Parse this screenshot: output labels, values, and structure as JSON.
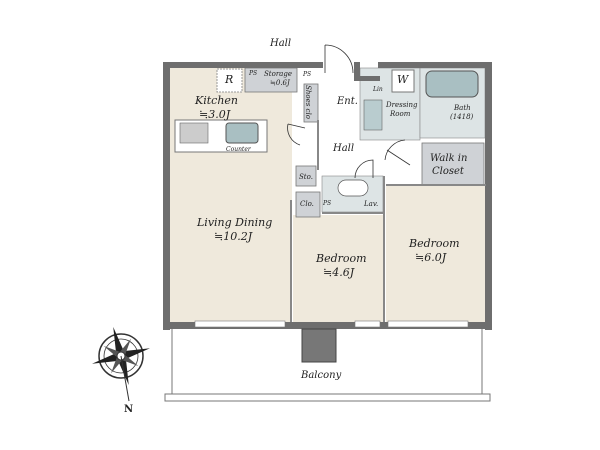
{
  "colors": {
    "floor": "#efe9dc",
    "wet": "#dde4e5",
    "storage": "#cfd2d6",
    "wall": "#6e6e6e",
    "pillar": "#777777"
  },
  "labels": {
    "hall_top": "Hall",
    "fridge": "R",
    "storage": "Storage",
    "storage_area": "≒0.6J",
    "ps1": "PS",
    "ps2": "PS",
    "ps3": "PS",
    "shoes": "Shoes clo",
    "entrance": "Ent.",
    "lin": "Lin",
    "washer": "W",
    "dressing": "Dressing",
    "dressing2": "Room",
    "bath": "Bath",
    "bath_size": "(1418)",
    "kitchen": "Kitchen",
    "kitchen_area": "≒3.0J",
    "counter": "Counter",
    "hall_mid": "Hall",
    "walkin1": "Walk in",
    "walkin2": "Closet",
    "sto": "Sto.",
    "clo": "Clo.",
    "lav": "Lav.",
    "living": "Living Dining",
    "living_area": "≒10.2J",
    "bedroom1": "Bedroom",
    "bedroom1_area": "≒4.6J",
    "bedroom2": "Bedroom",
    "bedroom2_area": "≒6.0J",
    "balcony": "Balcony",
    "north": "N"
  }
}
